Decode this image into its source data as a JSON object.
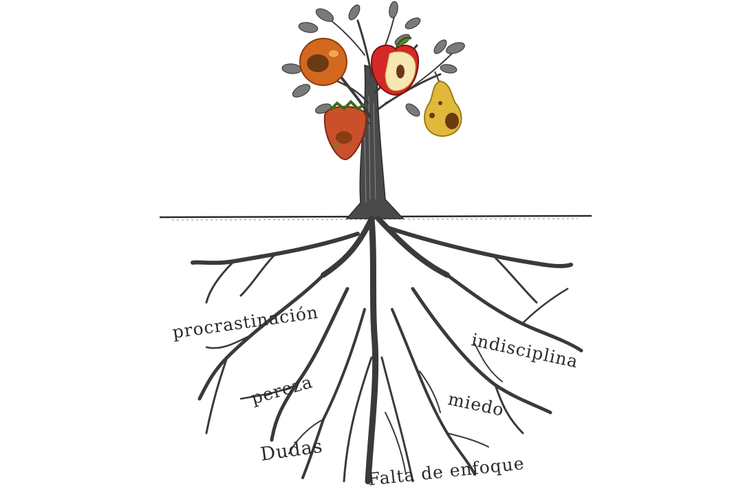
{
  "labels": {
    "procrastination": "procrastinación",
    "laziness": "pereza",
    "doubts": "Dudas",
    "indiscipline": "indisciplina",
    "fear": "miedo",
    "lack_of_focus": "Falta de enfoque"
  },
  "colors": {
    "ink": "#2b2b2b",
    "bark": "#3a3a3a",
    "leaf": "#6b6b6b",
    "orange_fruit": "#d2691e",
    "apple_skin": "#d62828",
    "apple_flesh": "#f6e7b4",
    "pear": "#e0b93a",
    "strawberry": "#c9502a",
    "rot": "#6b3a12"
  }
}
